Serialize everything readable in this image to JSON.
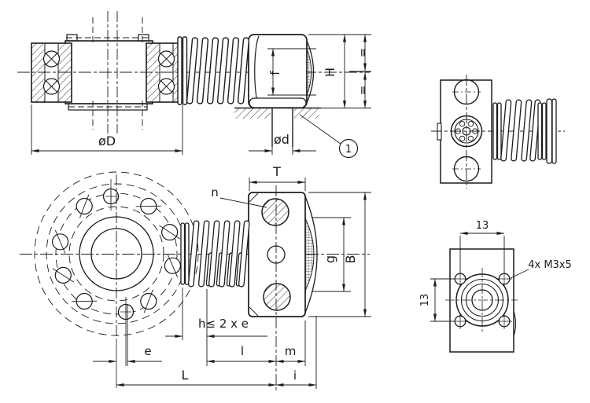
{
  "colors": {
    "ink": "#1c1c1c",
    "background": "#ffffff"
  },
  "labels": {
    "outer_diameter": "øD",
    "pin_diameter": "ød",
    "height_h": "H",
    "equal_upper": "=",
    "equal_lower": "=",
    "face_dim_f": "f",
    "width_t": "T",
    "hole_n": "n",
    "dim_g": "g",
    "dim_b": "B",
    "stroke_condition": "h≤ 2 x e",
    "dim_e": "e",
    "dim_l": "l",
    "dim_m": "m",
    "dim_total_l": "L",
    "dim_i": "i",
    "hole_pitch_horizontal": "13",
    "hole_pitch_vertical": "13",
    "thread_callout": "4x M3x5",
    "balloon_1": "1"
  }
}
